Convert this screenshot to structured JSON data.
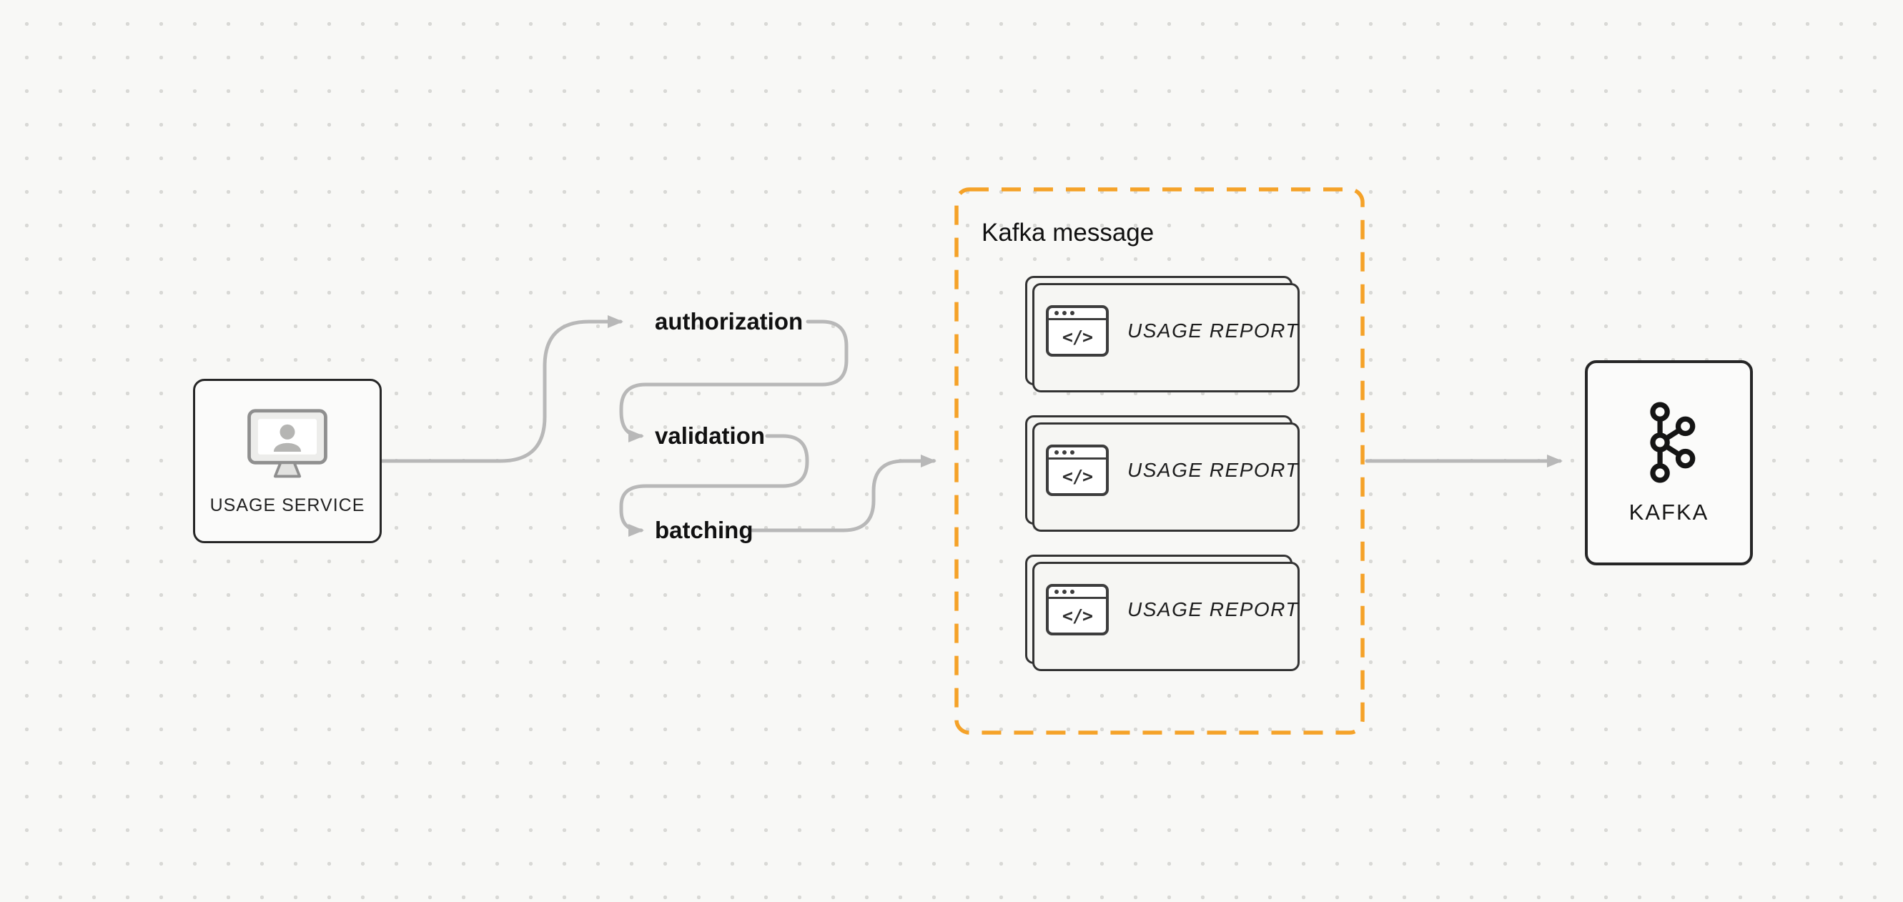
{
  "usage_service": {
    "label": "USAGE SERVICE",
    "icon": "monitor-user-icon"
  },
  "pipeline_steps": [
    {
      "label": "authorization"
    },
    {
      "label": "validation"
    },
    {
      "label": "batching"
    }
  ],
  "kafka_message_group": {
    "title": "Kafka message",
    "border_color": "#F5A228",
    "cards": [
      {
        "icon": "code-window-icon",
        "code_glyph": "</>",
        "label": "USAGE REPORT"
      },
      {
        "icon": "code-window-icon",
        "code_glyph": "</>",
        "label": "USAGE REPORT"
      },
      {
        "icon": "code-window-icon",
        "code_glyph": "</>",
        "label": "USAGE REPORT"
      }
    ]
  },
  "kafka": {
    "label": "KAFKA",
    "icon": "kafka-logo-icon"
  },
  "colors": {
    "arrow": "#b8b8b8",
    "node_border": "#262626",
    "accent_orange": "#F5A228",
    "background": "#f8f8f6"
  }
}
